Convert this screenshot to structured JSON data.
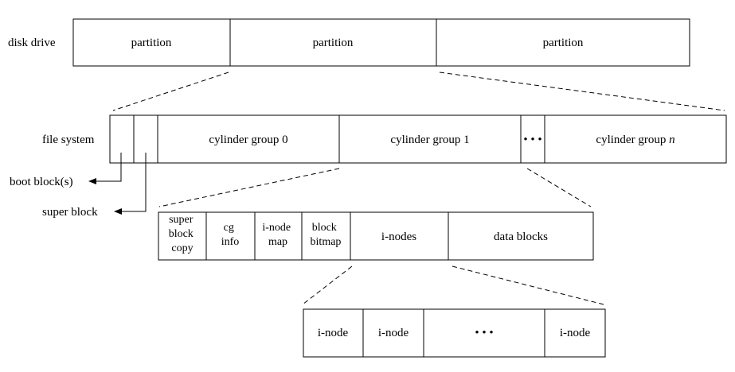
{
  "disk": {
    "label": "disk drive",
    "partitions": [
      "partition",
      "partition",
      "partition"
    ]
  },
  "filesystem": {
    "label": "file system",
    "groups": [
      "cylinder group 0",
      "cylinder group 1"
    ],
    "ellipsis": "• • •",
    "last_group_prefix": "cylinder group ",
    "last_group_var": "n",
    "boot_block": "boot block(s)",
    "super_block": "super block"
  },
  "cylinder_group": {
    "super_block_copy": [
      "super",
      "block",
      "copy"
    ],
    "cg_info": [
      "cg",
      "info"
    ],
    "inode_map": [
      "i-node",
      "map"
    ],
    "block_bitmap": [
      "block",
      "bitmap"
    ],
    "inodes": "i-nodes",
    "data_blocks": "data blocks"
  },
  "inodes_row": {
    "items": [
      "i-node",
      "i-node",
      "i-node"
    ],
    "ellipsis": "• • •"
  }
}
